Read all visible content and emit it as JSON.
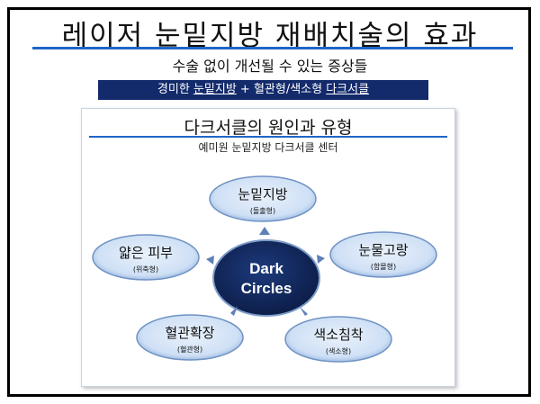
{
  "title": "레이저 눈밑지방 재배치술의 효과",
  "subtitle": "수술 없이 개선될 수 있는 증상들",
  "banner": {
    "part1": "경미한 ",
    "part2": "눈밑지방",
    "part3": " + 혈관형/색소형 ",
    "part4": "다크서클"
  },
  "panel": {
    "title": "다크서클의 원인과 유형",
    "source": "예미원 눈밑지방 다크서클 센터"
  },
  "center": {
    "line1": "Dark",
    "line2": "Circles"
  },
  "nodes": [
    {
      "id": "top",
      "label": "눈밑지방",
      "sub": "(돌출형)"
    },
    {
      "id": "right",
      "label": "눈물고랑",
      "sub": "(함몰형)"
    },
    {
      "id": "bottom-right",
      "label": "색소침착",
      "sub": "(색소형)"
    },
    {
      "id": "bottom-left",
      "label": "혈관확장",
      "sub": "(혈관형)"
    },
    {
      "id": "left",
      "label": "얇은 피부",
      "sub": "(위축형)"
    }
  ],
  "colors": {
    "accent_line": "#1f66c9",
    "banner_bg": "#132a6b",
    "center_fill": "#0d2150",
    "node_fill": "#cfe0f5",
    "arrow": "#5d80b6"
  }
}
